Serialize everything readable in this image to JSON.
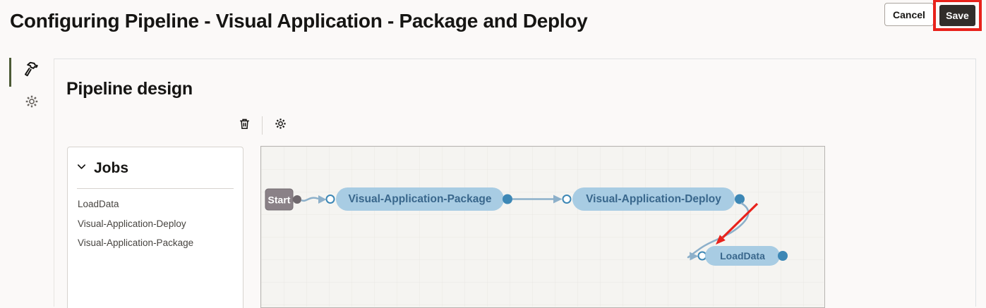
{
  "header": {
    "title": "Configuring Pipeline - Visual Application - Package and Deploy",
    "buttons": {
      "cancel": "Cancel",
      "save": "Save"
    }
  },
  "sidebar": {
    "items": [
      {
        "id": "build",
        "icon": "hammer-icon",
        "selected": true
      },
      {
        "id": "settings",
        "icon": "gear-icon",
        "selected": false
      }
    ]
  },
  "main": {
    "heading": "Pipeline design",
    "toolbar": {
      "icons": [
        "trash-icon",
        "gear-icon"
      ]
    },
    "jobs_panel": {
      "title": "Jobs",
      "items": [
        "LoadData",
        "Visual-Application-Deploy",
        "Visual-Application-Package"
      ]
    },
    "diagram": {
      "start_label": "Start",
      "nodes": [
        {
          "id": "package",
          "label": "Visual-Application-Package"
        },
        {
          "id": "deploy",
          "label": "Visual-Application-Deploy"
        },
        {
          "id": "loaddata",
          "label": "LoadData"
        }
      ],
      "edges": [
        {
          "from": "Start",
          "to": "Visual-Application-Package"
        },
        {
          "from": "Visual-Application-Package",
          "to": "Visual-Application-Deploy"
        },
        {
          "from": "Visual-Application-Deploy",
          "to": "LoadData"
        }
      ]
    }
  },
  "annotations": {
    "save_button_highlight": true,
    "arrow_points_to": "LoadData",
    "color": "#e8221b"
  },
  "colors": {
    "node_fill": "#a8cce3",
    "node_text": "#39678c",
    "start_fill": "#8a8187",
    "connector": "#8db0ca",
    "port": "#3d87b5",
    "canvas_bg": "#f5f4f1",
    "grid_line": "#e9e7e4",
    "save_button_bg": "#312d2a"
  }
}
